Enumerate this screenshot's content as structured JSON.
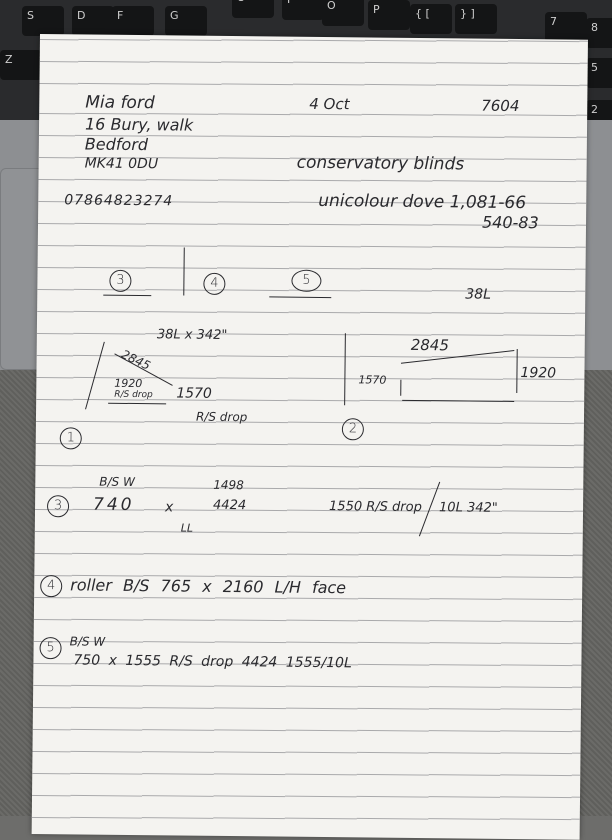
{
  "keyboard": {
    "keys": [
      "S",
      "D",
      "F",
      "G",
      "U",
      "I",
      "O",
      "P",
      "{ [",
      "} ]",
      "7",
      "8",
      "Z",
      "5",
      "2"
    ]
  },
  "note": {
    "customer_name": "Mia ford",
    "address_line1": "16 Bury, walk",
    "address_line2": "Bedford",
    "postcode": "MK41 0DU",
    "phone": "07864823274",
    "date": "4 Oct",
    "ref": "7604",
    "job": "conservatory blinds",
    "product": "unicolour dove 1,081-66",
    "price2": "540-83",
    "markers": [
      "3",
      "4",
      "5"
    ],
    "marker_38l": "38L",
    "diagram1": {
      "top": "38L x 342\"",
      "slope": "2845",
      "left": "1920",
      "left_sub": "R/S drop",
      "right": "1570",
      "right_sub": "R/S drop",
      "num": "1"
    },
    "diagram2": {
      "slope": "2845",
      "left": "1570",
      "right": "1920",
      "num": "2"
    },
    "item3": {
      "num": "3",
      "label": "B/S W",
      "width": "740",
      "x": "x",
      "alt_top": "1498",
      "alt": "4424",
      "ll": "LL",
      "drop": "1550 R/S drop",
      "fabric": "10L 342\""
    },
    "item4": {
      "num": "4",
      "text": "roller B/S 765 x 2160 L/H face"
    },
    "item5": {
      "num": "5",
      "label": "B/S W",
      "text": "750 x 1555 R/S drop 4424 1555/10L"
    }
  }
}
